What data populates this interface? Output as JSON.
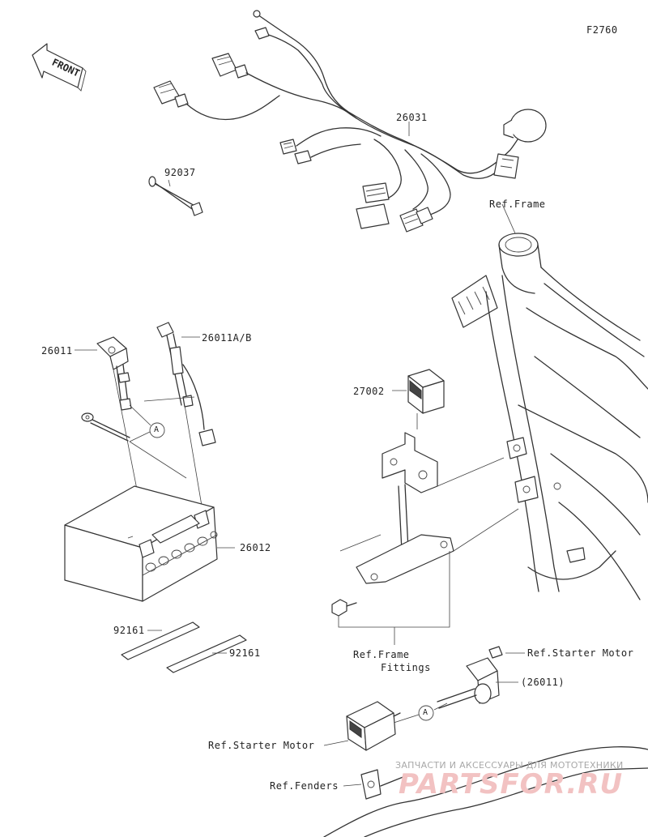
{
  "figure_code": "F2760",
  "front_label": "FRONT",
  "callouts": {
    "harness": "26031",
    "bolt": "92037",
    "frame_ref": "Ref.Frame",
    "lead_26011": "26011",
    "lead_26011ab": "26011A/B",
    "relay_box": "27002",
    "battery": "26012",
    "pad_1": "92161",
    "pad_2": "92161",
    "frame_fittings_1": "Ref.Frame",
    "frame_fittings_2": "Fittings",
    "starter_motor_right": "Ref.Starter Motor",
    "lead_26011_paren": "(26011)",
    "starter_motor_left": "Ref.Starter Motor",
    "fenders": "Ref.Fenders",
    "connector_a_1": "A",
    "connector_a_2": "A"
  },
  "watermark": {
    "tagline": "ЗАПЧАСТИ И АКСЕССУАРЫ ДЛЯ МОТОТЕХНИКИ",
    "brand": "PARTSFOR.RU"
  }
}
